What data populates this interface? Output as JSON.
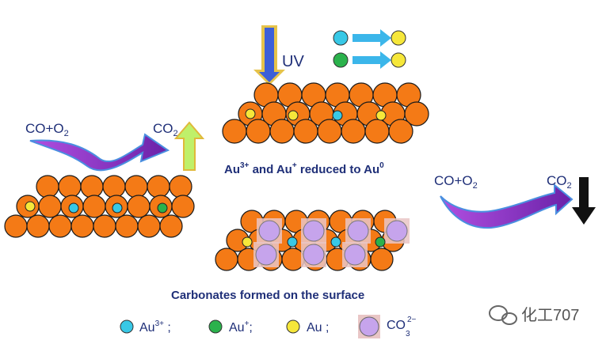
{
  "captions": {
    "reduced": {
      "prefix": "Au",
      "sup1": "3+",
      "mid": " and Au",
      "sup2": "+",
      "suffix": " reduced to Au",
      "sup3": "0"
    },
    "carbonates": "Carbonates formed on the surface"
  },
  "labels": {
    "uv": "UV",
    "co_o2": {
      "co": "CO",
      "plus": "+O",
      "sub": "2"
    },
    "co2": {
      "co": "CO",
      "sub": "2"
    }
  },
  "legend": {
    "au3": {
      "text": "Au",
      "sup": "3+",
      "sep": " ;"
    },
    "au1": {
      "text": "Au",
      "sup": "+",
      "sep": ";"
    },
    "au0": {
      "text": "Au",
      "sep": " ;"
    },
    "carbonate": {
      "co": "CO",
      "sub": "3",
      "sup": "2−"
    }
  },
  "watermark": "化工707",
  "colors": {
    "support": "#f47a16",
    "au3": "#38c8e6",
    "au1": "#2bb24c",
    "au0": "#f6e73a",
    "carbonate": "#c6a4ec",
    "arrow_purple": "#8a2fb8",
    "uv_arrow": "#3c5fd8",
    "caption": "#1f2f78"
  }
}
